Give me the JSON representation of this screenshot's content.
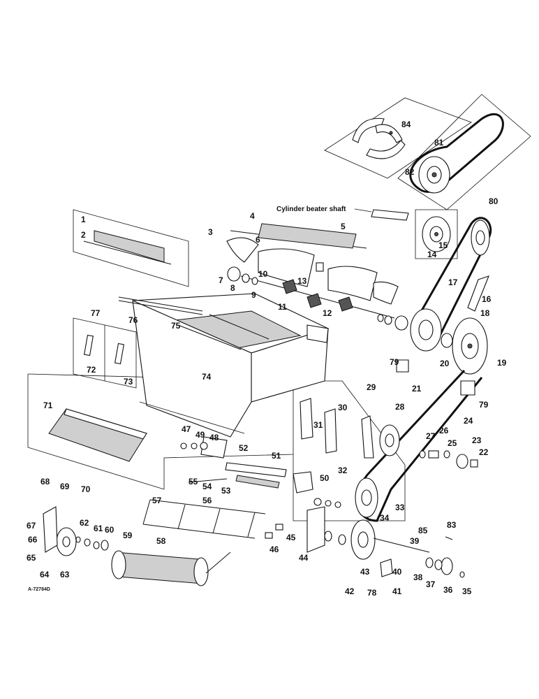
{
  "figure_code": "A-72784D",
  "text_labels": {
    "cylinder_beater_shaft": "Cylinder beater shaft"
  },
  "callouts": [
    "1",
    "2",
    "3",
    "4",
    "5",
    "6",
    "7",
    "8",
    "9",
    "10",
    "11",
    "12",
    "13",
    "14",
    "15",
    "16",
    "17",
    "18",
    "19",
    "20",
    "21",
    "22",
    "23",
    "24",
    "25",
    "26",
    "27",
    "28",
    "29",
    "30",
    "31",
    "32",
    "33",
    "34",
    "35",
    "36",
    "37",
    "38",
    "39",
    "40",
    "41",
    "42",
    "43",
    "44",
    "45",
    "46",
    "47",
    "48",
    "49",
    "50",
    "51",
    "52",
    "53",
    "54",
    "55",
    "56",
    "57",
    "58",
    "59",
    "60",
    "61",
    "62",
    "63",
    "64",
    "65",
    "66",
    "67",
    "68",
    "69",
    "70",
    "71",
    "72",
    "73",
    "74",
    "75",
    "76",
    "77",
    "78",
    "79",
    "80",
    "81",
    "82",
    "83",
    "84",
    "85"
  ]
}
